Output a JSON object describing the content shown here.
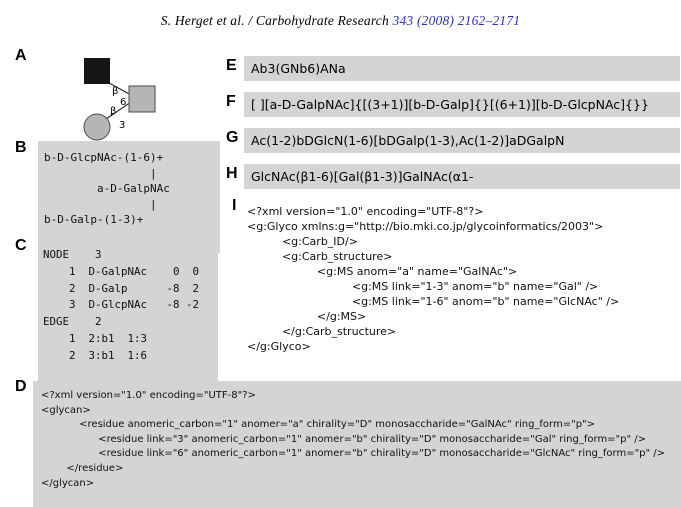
{
  "header": {
    "authors": "S. Herget et al. / Carbohydrate Research",
    "citation": "343 (2008) 2162–2171"
  },
  "colors": {
    "box_bg": "#d4d4d4",
    "citation_blue": "#2b35b0",
    "symbol_black": "#151515",
    "symbol_gray": "#b5b5b5"
  },
  "panels": {
    "a": {
      "label": "A",
      "diagram": {
        "top_anomer": "β",
        "top_linkage": "6",
        "bottom_anomer": "β",
        "bottom_linkage": "3"
      }
    },
    "b": {
      "label": "B",
      "text": "b-D-GlcpNAc-(1-6)+\n                |\n        a-D-GalpNAc\n                |\nb-D-Galp-(1-3)+"
    },
    "c": {
      "label": "C",
      "text": "NODE    3\n    1  D-GalpNAc    0  0\n    2  D-Galp      -8  2\n    3  D-GlcpNAc   -8 -2\nEDGE    2\n    1  2:b1  1:3\n    2  3:b1  1:6"
    },
    "d": {
      "label": "D",
      "text": "<?xml version=\"1.0\" encoding=\"UTF-8\"?>\n<glycan>\n            <residue anomeric_carbon=\"1\" anomer=\"a\" chirality=\"D\" monosaccharide=\"GalNAc\" ring_form=\"p\">\n                  <residue link=\"3\" anomeric_carbon=\"1\" anomer=\"b\" chirality=\"D\" monosaccharide=\"Gal\" ring_form=\"p\" />\n                  <residue link=\"6\" anomeric_carbon=\"1\" anomer=\"b\" chirality=\"D\" monosaccharide=\"GlcNAc\" ring_form=\"p\" />\n        </residue>\n</glycan>"
    },
    "e": {
      "label": "E",
      "text": "Ab3(GNb6)ANa"
    },
    "f": {
      "label": "F",
      "text": "[ ][a-D-GalpNAc]{[(3+1)][b-D-Galp]{}[(6+1)][b-D-GlcpNAc]{}}"
    },
    "g": {
      "label": "G",
      "text": "Ac(1-2)bDGlcN(1-6)[bDGalp(1-3),Ac(1-2)]aDGalpN"
    },
    "h": {
      "label": "H",
      "text": "GlcNAc(β1-6)[Gal(β1-3)]GalNAc(α1-"
    },
    "i": {
      "label": "I",
      "text": "<?xml version=\"1.0\" encoding=\"UTF-8\"?>\n<g:Glyco xmlns:g=\"http://bio.mki.co.jp/glycoinformatics/2003\">\n          <g:Carb_ID/>\n          <g:Carb_structure>\n                    <g:MS anom=\"a\" name=\"GalNAc\">\n                              <g:MS link=\"1-3\" anom=\"b\" name=\"Gal\" />\n                              <g:MS link=\"1-6\" anom=\"b\" name=\"GlcNAc\" />\n                    </g:MS>\n          </g:Carb_structure>\n</g:Glyco>"
    }
  }
}
